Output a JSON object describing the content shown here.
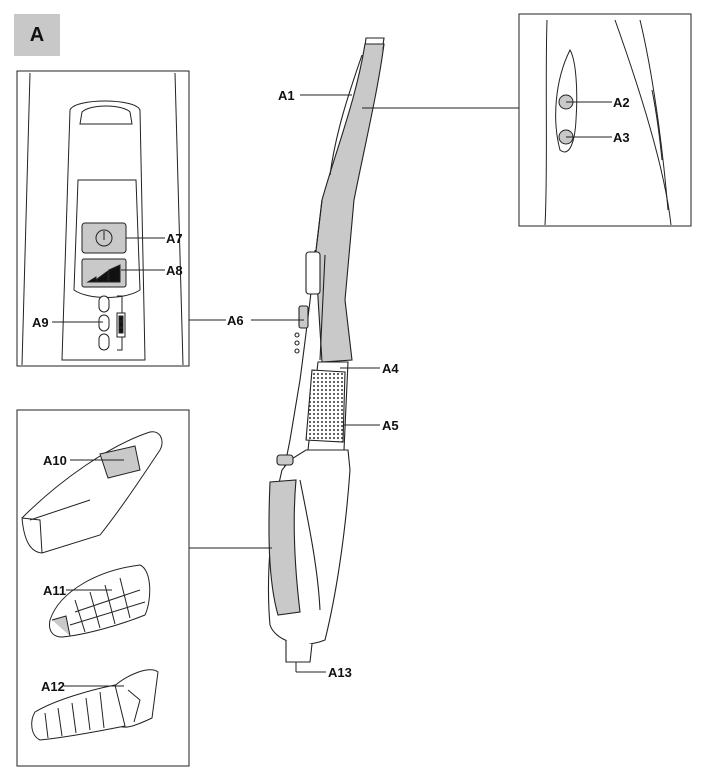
{
  "section_tag": "A",
  "labels": {
    "A1": "A1",
    "A2": "A2",
    "A3": "A3",
    "A4": "A4",
    "A5": "A5",
    "A6": "A6",
    "A7": "A7",
    "A8": "A8",
    "A9": "A9",
    "A10": "A10",
    "A11": "A11",
    "A12": "A12",
    "A13": "A13"
  },
  "colors": {
    "body_gray": "#c9c9c9",
    "line": "#222222",
    "tag_bg": "#c8c8c8"
  }
}
